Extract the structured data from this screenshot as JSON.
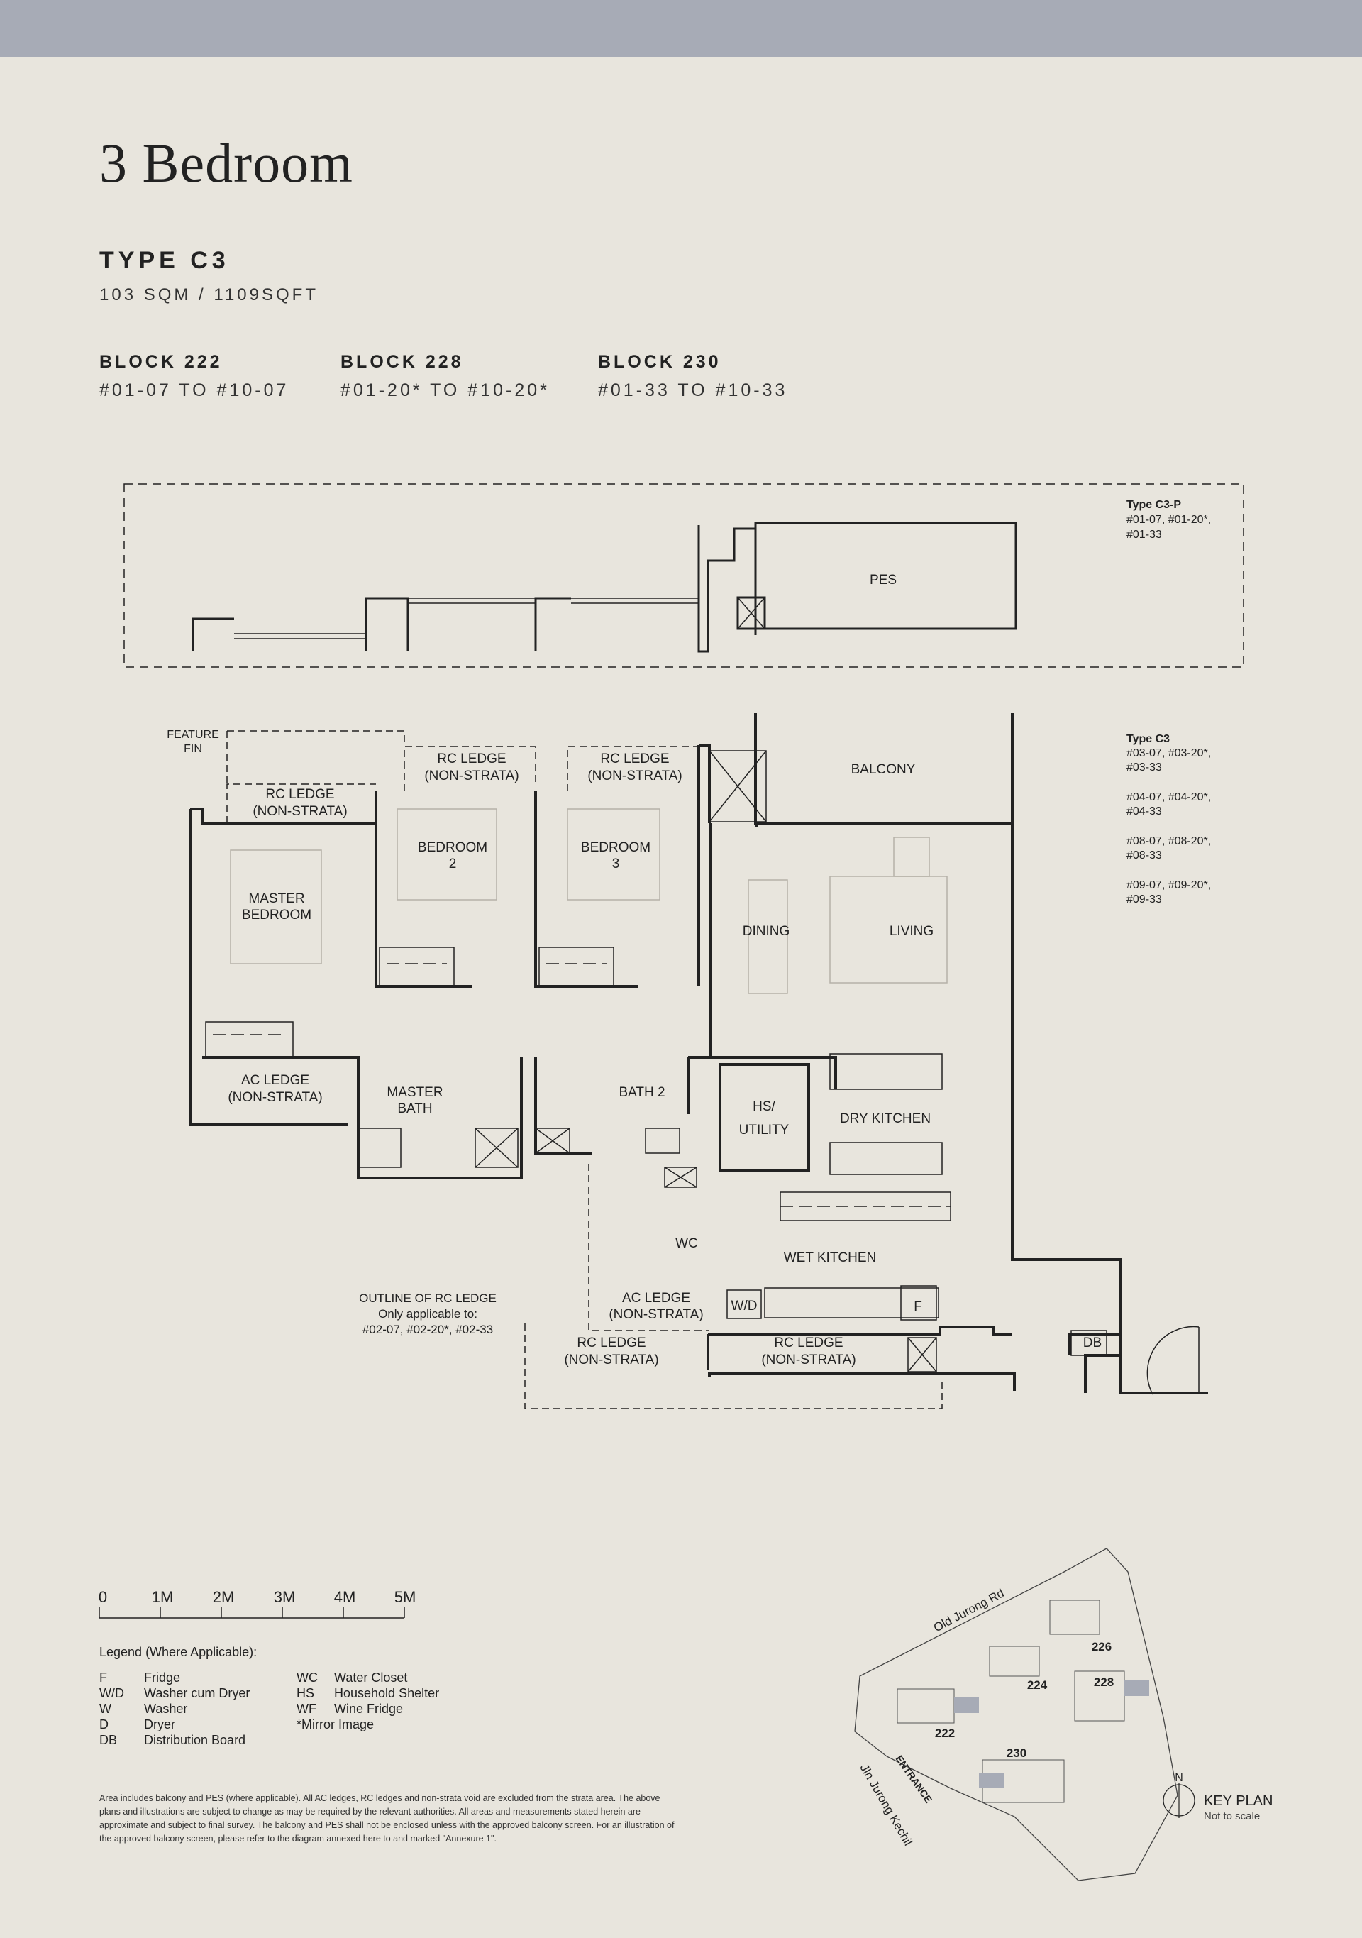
{
  "header": {
    "title": "3 Bedroom",
    "unit_type": "TYPE C3",
    "area": "103 SQM / 1109SQFT"
  },
  "blocks": [
    {
      "name": "BLOCK 222",
      "range": "#01-07 TO #10-07"
    },
    {
      "name": "BLOCK 228",
      "range": "#01-20* TO #10-20*"
    },
    {
      "name": "BLOCK 230",
      "range": "#01-33 TO #10-33"
    }
  ],
  "plan": {
    "c3p_label": "Type C3-P",
    "c3p_units_1": "#01-07, #01-20*,",
    "c3p_units_2": "#01-33",
    "c3_label": "Type C3",
    "c3_units": [
      "#03-07, #03-20*,",
      "#03-33",
      "#04-07, #04-20*,",
      "#04-33",
      "#08-07, #08-20*,",
      "#08-33",
      "#09-07, #09-20*,",
      "#09-33"
    ],
    "rooms": {
      "pes": "PES",
      "balcony": "BALCONY",
      "feature_fin_1": "FEATURE",
      "feature_fin_2": "FIN",
      "rc_ledge": "RC LEDGE",
      "non_strata": "(NON-STRATA)",
      "ac_ledge": "AC LEDGE",
      "master_bedroom_1": "MASTER",
      "master_bedroom_2": "BEDROOM",
      "bedroom": "BEDROOM",
      "bedroom2_num": "2",
      "bedroom3_num": "3",
      "dining": "DINING",
      "living": "LIVING",
      "master_bath_1": "MASTER",
      "master_bath_2": "BATH",
      "bath2": "BATH 2",
      "hs_1": "HS/",
      "hs_2": "UTILITY",
      "dry_kitchen": "DRY KITCHEN",
      "wet_kitchen": "WET KITCHEN",
      "wc": "WC",
      "wd": "W/D",
      "f": "F",
      "db": "DB",
      "outline_1": "OUTLINE OF RC LEDGE",
      "outline_2": "Only applicable to:",
      "outline_3": "#02-07, #02-20*, #02-33"
    }
  },
  "scale_bar": {
    "labels": [
      "0",
      "1M",
      "2M",
      "3M",
      "4M",
      "5M"
    ]
  },
  "legend": {
    "title": "Legend (Where Applicable):",
    "col1": [
      {
        "code": "F",
        "desc": "Fridge"
      },
      {
        "code": "W/D",
        "desc": "Washer cum Dryer"
      },
      {
        "code": "W",
        "desc": "Washer"
      },
      {
        "code": "D",
        "desc": "Dryer"
      },
      {
        "code": "DB",
        "desc": "Distribution Board"
      }
    ],
    "col2": [
      {
        "code": "WC",
        "desc": "Water Closet"
      },
      {
        "code": "HS",
        "desc": "Household Shelter"
      },
      {
        "code": "WF",
        "desc": "Wine Fridge"
      },
      {
        "code": "",
        "desc": "*Mirror Image"
      }
    ]
  },
  "key_plan": {
    "road_1": "Old Jurong Rd",
    "road_2": "Jln Jurong Kechil",
    "entrance": "ENTRANCE",
    "blocks": [
      "222",
      "224",
      "226",
      "228",
      "230"
    ],
    "title": "KEY PLAN",
    "subtitle": "Not to scale",
    "north": "N",
    "highlight_color": "#a7abb6"
  },
  "footnote": "Area includes balcony and PES (where applicable). All AC ledges, RC ledges and non-strata void are excluded from the strata area. The above plans and illustrations are subject to change as may be required by the relevant authorities. All areas and measurements stated herein are approximate and subject to final survey. The balcony and PES shall not be enclosed unless with the approved balcony screen. For an illustration of the approved balcony screen, please refer to the diagram annexed here to and marked \"Annexure 1\"."
}
